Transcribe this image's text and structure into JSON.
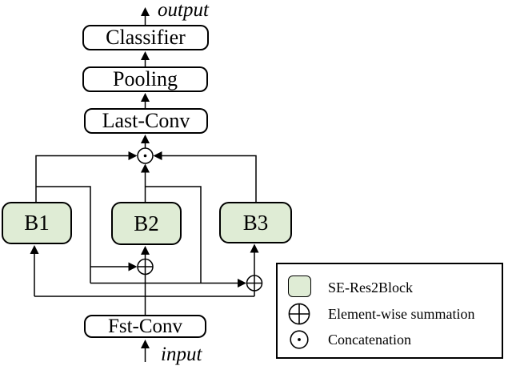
{
  "diagram": {
    "output_label": "output",
    "input_label": "input",
    "blocks": {
      "classifier": "Classifier",
      "pooling": "Pooling",
      "last_conv": "Last-Conv",
      "b1": "B1",
      "b2": "B2",
      "b3": "B3",
      "fst_conv": "Fst-Conv"
    },
    "node_glyphs": {
      "summation": "⊕",
      "concatenation": "⊙"
    },
    "colors": {
      "se_res2block_fill": "#dfecd5",
      "line": "#000000",
      "background": "#ffffff"
    }
  },
  "legend": {
    "items": [
      {
        "icon": "se-res2block-swatch",
        "label": "SE-Res2Block"
      },
      {
        "icon": "summation-icon",
        "label": "Element-wise summation"
      },
      {
        "icon": "concatenation-icon",
        "label": "Concatenation"
      }
    ]
  }
}
